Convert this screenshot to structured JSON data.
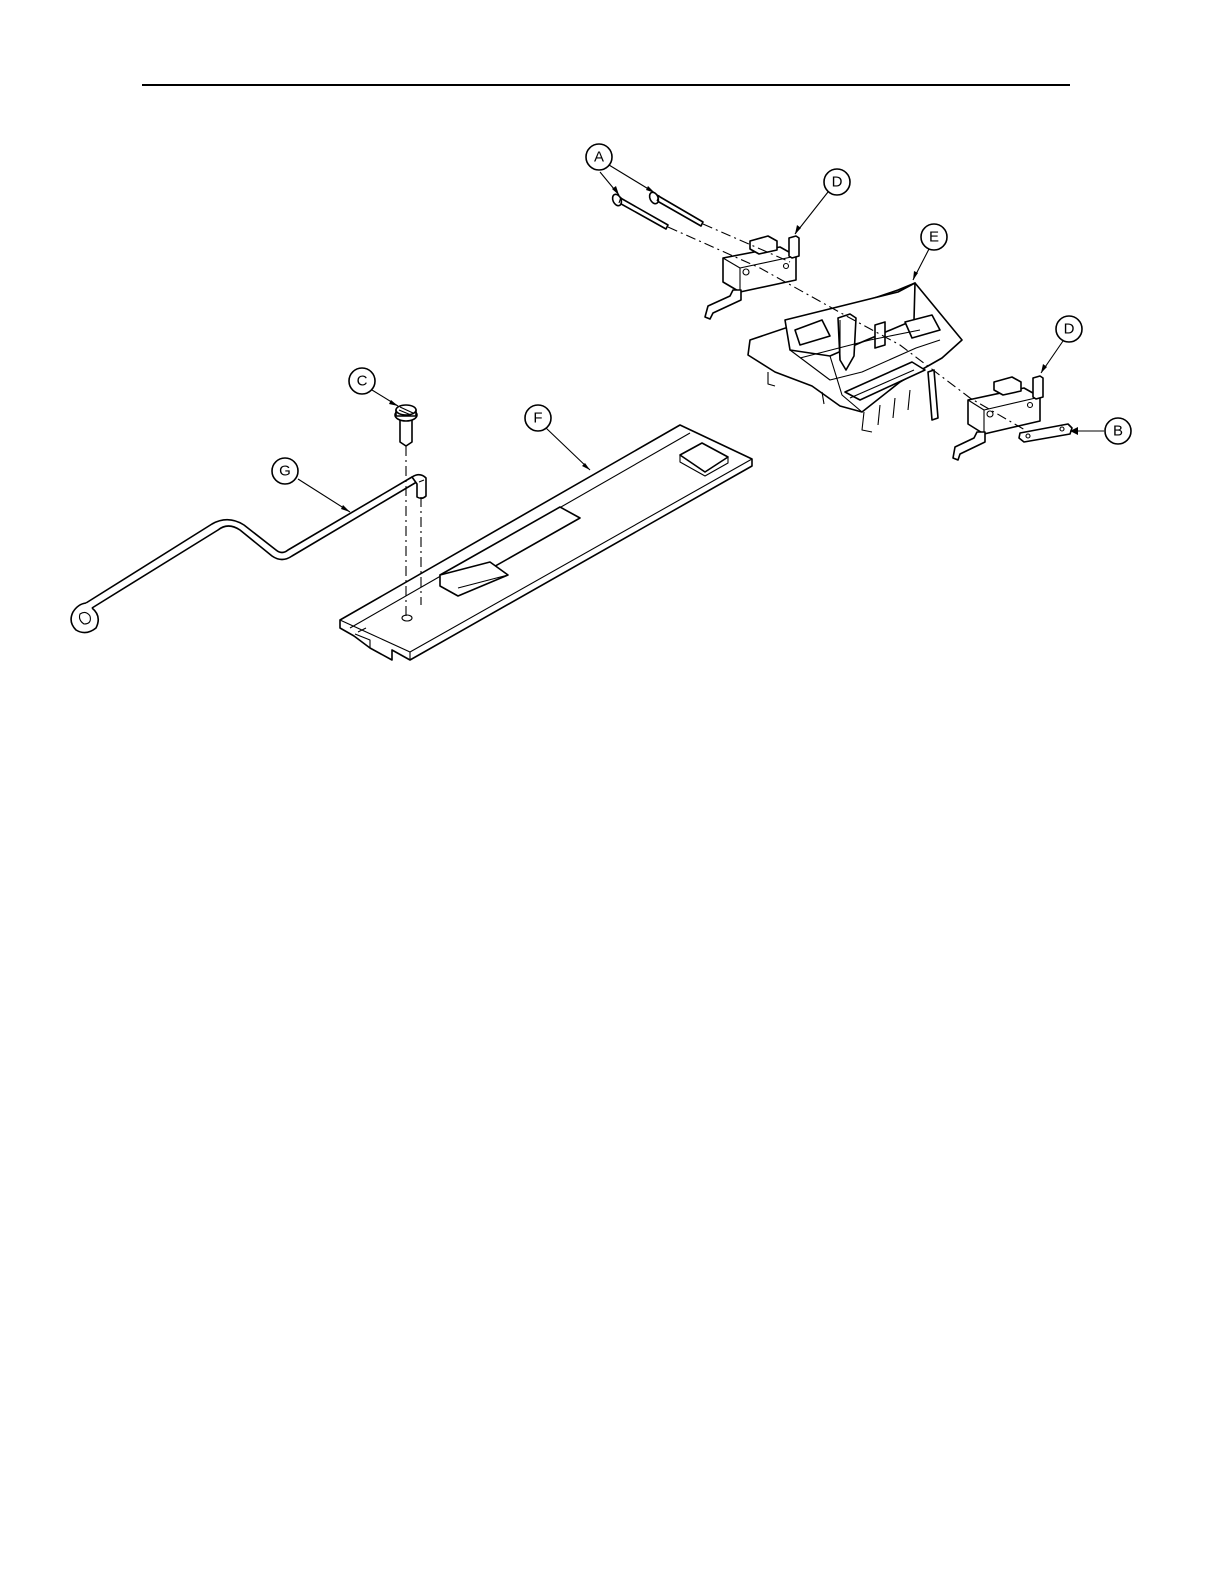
{
  "callouts": {
    "a": "A",
    "b": "B",
    "c": "C",
    "d1": "D",
    "d2": "D",
    "e": "E",
    "f": "F",
    "g": "G"
  },
  "colors": {
    "line": "#000000",
    "background": "#ffffff"
  }
}
